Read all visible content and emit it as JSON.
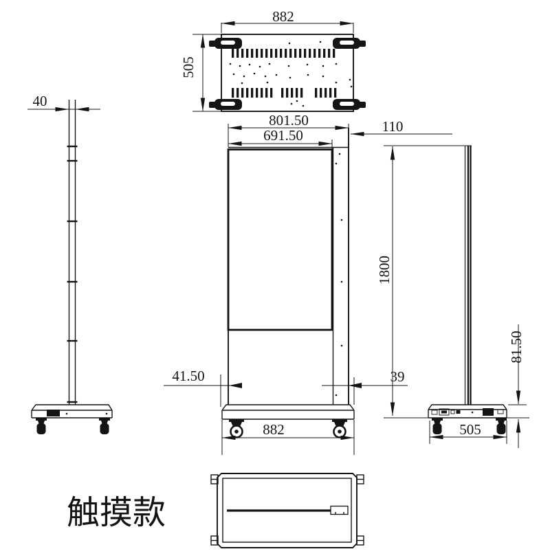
{
  "drawing": {
    "caption": "触摸款",
    "dims": {
      "top_width": "882",
      "top_depth": "505",
      "pole_width": "40",
      "front_overall_width": "801.50",
      "front_screen_width": "691.50",
      "side_depth": "110",
      "front_height": "1800",
      "front_left_offset": "41.50",
      "front_right_offset": "39",
      "front_base_width": "882",
      "side_base_height": "81.50",
      "side_base_depth": "505"
    },
    "colors": {
      "line": "#141414",
      "caption": "#2626cc",
      "background": "#ffffff"
    }
  }
}
